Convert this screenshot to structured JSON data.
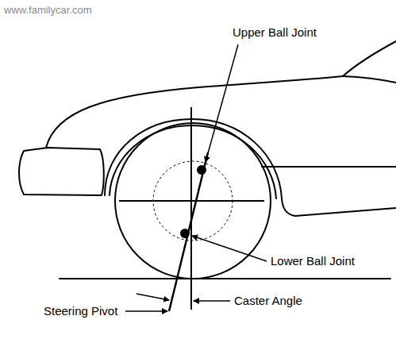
{
  "diagram": {
    "labels": [
      "www.familycar.com",
      "Upper Ball Joint",
      "Lower Ball Joint",
      "Steering Pivot",
      "Caster Angle"
    ]
  }
}
